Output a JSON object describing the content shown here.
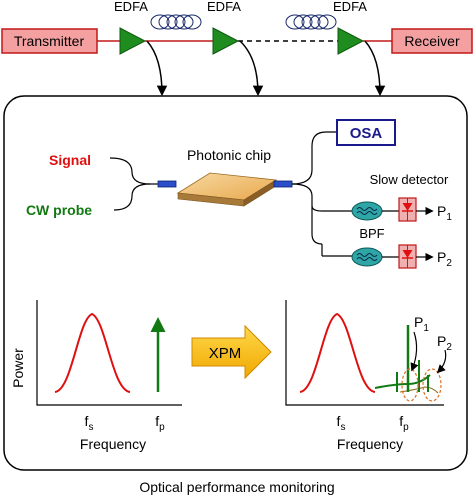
{
  "link": {
    "amplifiers": [
      "EDFA",
      "EDFA",
      "EDFA"
    ],
    "transmitter": "Transmitter",
    "receiver": "Receiver"
  },
  "setup": {
    "chip_label": "Photonic chip",
    "signal_label": "Signal",
    "probe_label": "CW probe",
    "osa_label": "OSA",
    "detector_label": "Slow detector",
    "filter_label": "BPF",
    "outputs": [
      {
        "base": "P",
        "sub": "1"
      },
      {
        "base": "P",
        "sub": "2"
      }
    ]
  },
  "spectra": {
    "y_axis_label": "Power",
    "x_axis_label_left": "Frequency",
    "x_axis_label_right": "Frequency",
    "process_label": "XPM",
    "left_ticks": [
      {
        "base": "f",
        "sub": "s"
      },
      {
        "base": "f",
        "sub": "p"
      }
    ],
    "right_ticks": [
      {
        "base": "f",
        "sub": "s"
      },
      {
        "base": "f",
        "sub": "p"
      }
    ],
    "sideband_labels": [
      {
        "base": "P",
        "sub": "1"
      },
      {
        "base": "P",
        "sub": "2"
      }
    ]
  },
  "caption": "Optical performance monitoring",
  "colors": {
    "signal": "#e01010",
    "probe": "#127a12",
    "amplifier": "#1e8c1e",
    "endpoint_fill": "#f4a0a0",
    "endpoint_stroke": "#c01818",
    "osa": "#1a1a8c",
    "filter_fill": "#2ea6a6",
    "detector_fill": "#f0b0b0",
    "xpm_arrow": "#f5b800",
    "chip_top": "#f0c27a",
    "monitor_circle": "#e07020"
  }
}
